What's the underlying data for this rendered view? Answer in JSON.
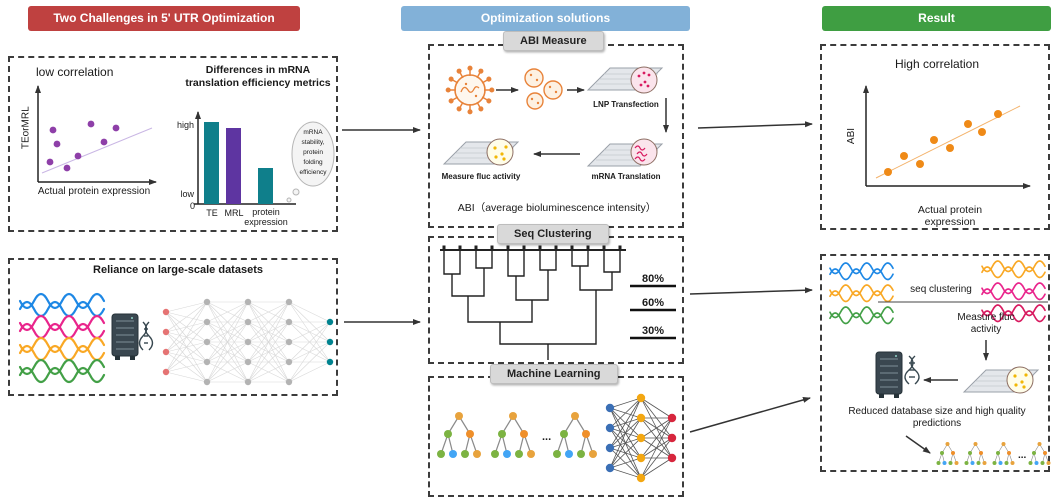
{
  "headers": {
    "challenges": "Two Challenges in 5' UTR Optimization",
    "solutions": "Optimization solutions",
    "result": "Result"
  },
  "colors": {
    "challenges_header": "#bf4140",
    "solutions_header": "#82b1d8",
    "result_header": "#3f9e42",
    "te_bar": "#0f7f8b",
    "mrl_bar": "#5e35a1",
    "left_scatter_dots": "#8e3fa8",
    "right_scatter_dots": "#ef8a17",
    "virus_lnp": "#e8833a"
  },
  "challenge_top": {
    "bubble_text": "mRNA stability,protein folding efficiency",
    "bubble_lines": [
      "mRNA",
      "stability,",
      "protein",
      "folding",
      "efficiency"
    ]
  },
  "challenge_bottom": {
    "title": "Reliance on large-scale datasets"
  },
  "solution_boxes": {
    "abi": {
      "pill": "ABI Measure",
      "lnp_label": "LNP Transfection",
      "translation_label": "mRNA Translation",
      "fluc_label": "Measure fluc activity",
      "caption": "ABI（average bioluminescence intensity）"
    },
    "clustering": {
      "pill": "Seq Clustering"
    },
    "ml": {
      "pill": "Machine Learning",
      "ellipsis": "..."
    }
  },
  "result_bottom": {
    "seq_clustering": "seq clustering",
    "fluc": "Measure fluc activity",
    "caption": "Reduced database size and high quality predictions",
    "ellipsis": "..."
  },
  "chart_data": [
    {
      "id": "challenge-scatter",
      "type": "scatter",
      "title": "low correlation",
      "xlabel": "Actual protein expression",
      "ylabel": "TEorMRL",
      "x_norm": [
        0.1,
        0.16,
        0.13,
        0.25,
        0.34,
        0.45,
        0.56,
        0.66
      ],
      "y_norm": [
        0.2,
        0.38,
        0.52,
        0.14,
        0.26,
        0.58,
        0.4,
        0.54
      ],
      "trend": "weak positive",
      "axis_ticks": "none"
    },
    {
      "id": "metric-bar-chart",
      "type": "bar",
      "title": "Differences in mRNA translation efficiency metrics",
      "categories": [
        "TE",
        "MRL",
        "protein expression"
      ],
      "values_norm": [
        0.9,
        0.83,
        0.4
      ],
      "yticks": [
        "high",
        "low",
        "0"
      ],
      "bar_colors": [
        "#0f7f8b",
        "#5e35a1",
        "#0f7f8b"
      ],
      "annotation": "mRNA stability,protein folding efficiency"
    },
    {
      "id": "result-scatter",
      "type": "scatter",
      "title": "High correlation",
      "xlabel": "Actual protein expression",
      "ylabel": "ABI",
      "x_norm": [
        0.13,
        0.23,
        0.33,
        0.41,
        0.51,
        0.62,
        0.71,
        0.81
      ],
      "y_norm": [
        0.13,
        0.28,
        0.21,
        0.44,
        0.36,
        0.6,
        0.52,
        0.7
      ],
      "trend": "strong positive"
    },
    {
      "id": "seq-clustering-dendrogram",
      "type": "dendrogram",
      "leaves": 12,
      "thresholds": [
        "80%",
        "60%",
        "30%"
      ]
    }
  ]
}
